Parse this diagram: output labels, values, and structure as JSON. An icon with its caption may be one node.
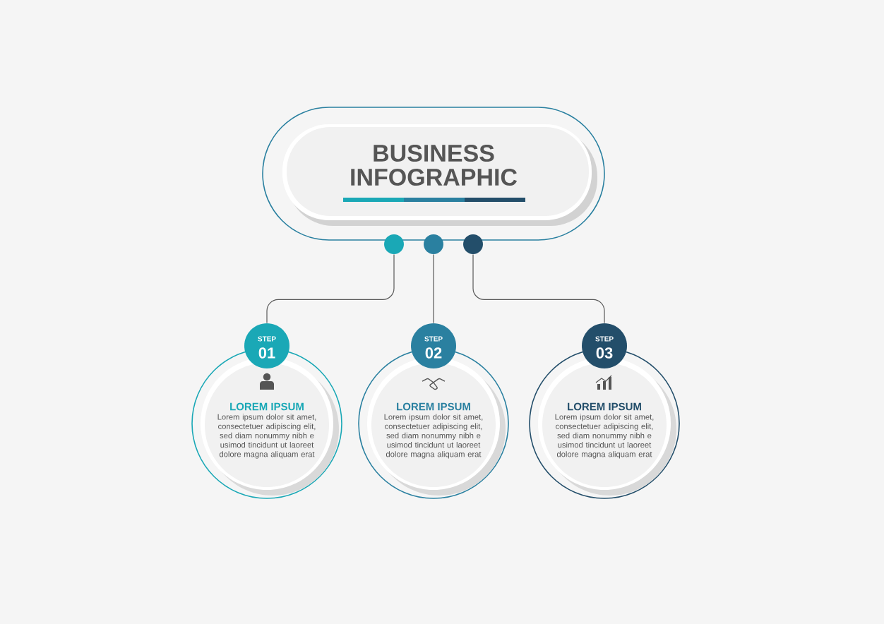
{
  "diagram": {
    "nodes": [
      {
        "text": [
          "BUSINESS INFOGRAPHIC"
        ]
      },
      {
        "text": [],
        "shape": "circle"
      },
      {
        "text": [],
        "shape": "circle"
      },
      {
        "text": [],
        "shape": "circle"
      },
      {
        "text": [
          "STEP",
          "01"
        ]
      },
      {
        "text": [
          "LOREM IPSUM",
          "Lorem ipsum dolor sit amet, consectetuer adipiscing elit, sed diam nonummy nibh e usimod tincidunt ut laoreet dolore magna aliquam erat"
        ]
      },
      {
        "text": [
          "STEP",
          "02"
        ]
      },
      {
        "text": [
          "LOREM IPSUM",
          "Lorem ipsum dolor sit amet, consectetuer adipiscing elit, sed diam nonummy nibh e usimod tincidunt ut laoreet dolore magna aliquam erat"
        ]
      },
      {
        "text": [
          "STEP",
          "03"
        ]
      },
      {
        "text": [
          "LOREM IPSUM",
          "Lorem ipsum dolor sit amet, consectetuer adipiscing elit, sed diam nonummy nibh e usimod tincidunt ut laoreet dolore magna aliquam erat"
        ]
      }
    ],
    "edges": [
      {
        "from": 1,
        "to": 4,
        "arrow": "none"
      },
      {
        "from": 2,
        "to": 6,
        "arrow": "none"
      },
      {
        "from": 3,
        "to": 8,
        "arrow": "none"
      }
    ]
  }
}
